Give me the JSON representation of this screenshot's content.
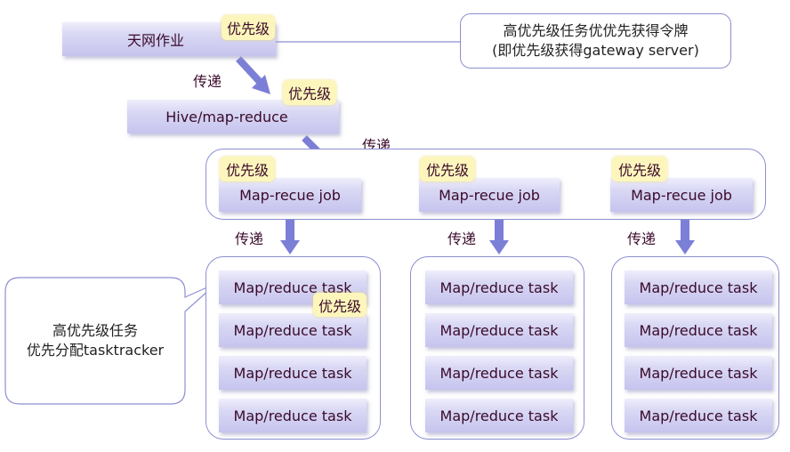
{
  "nodes": {
    "sky_job": "天网作业",
    "hive": "Hive/map-reduce",
    "mr_job_1": "Map-recue job",
    "mr_job_2": "Map-recue job",
    "mr_job_3": "Map-recue job"
  },
  "priority_tag": "优先级",
  "transfer_label": "传递",
  "task_label": "Map/reduce task",
  "callouts": {
    "top_line1": "高优先级任务优优先获得令牌",
    "top_line2": "(即优先级获得gateway server)",
    "left_line1": "高优先级任务",
    "left_line2": "优先分配tasktracker"
  },
  "colors": {
    "bar_fill": "#d9d8f4",
    "priority_fill": "#fdf6bc",
    "arrow": "#7c7fd6",
    "border": "#8c8fd0",
    "text": "#3a0a2a"
  }
}
